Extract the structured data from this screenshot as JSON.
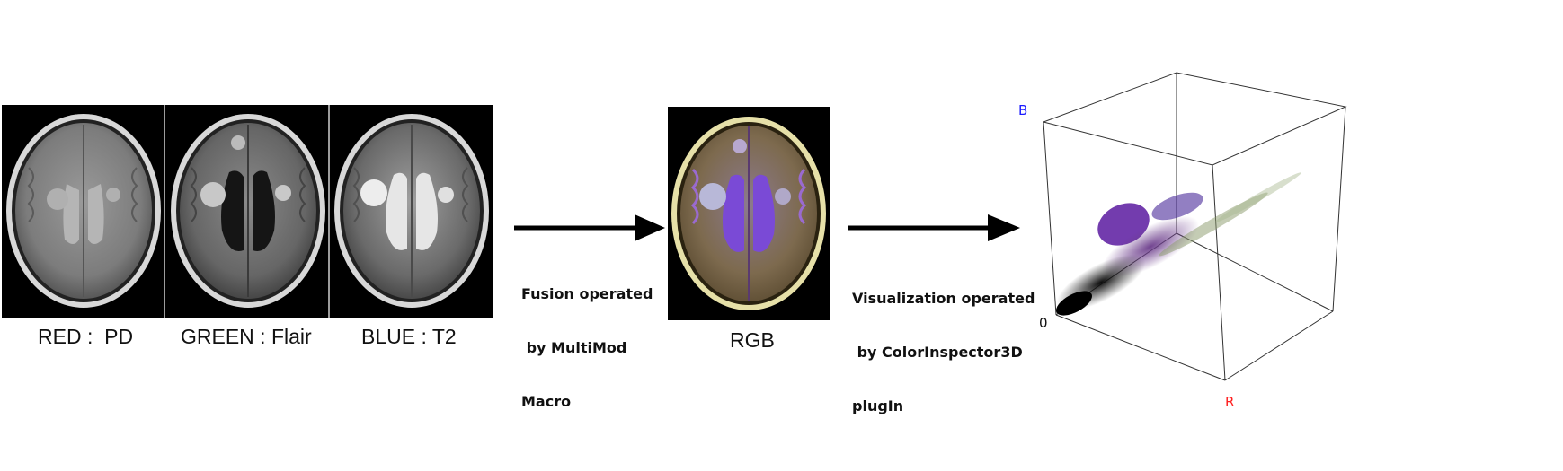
{
  "images": [
    {
      "name": "pd-scan",
      "label": "RED :  PD",
      "label_color": "#111111"
    },
    {
      "name": "flair-scan",
      "label": "GREEN : Flair",
      "label_color": "#111111"
    },
    {
      "name": "t2-scan",
      "label": "BLUE : T2",
      "label_color": "#111111"
    }
  ],
  "fusion": {
    "caption_lines": [
      "Fusion operated",
      " by MultiMod",
      "Macro"
    ]
  },
  "rgb": {
    "label": "RGB"
  },
  "visualization": {
    "caption_lines": [
      "Visualization operated",
      " by ColorInspector3D",
      "plugIn"
    ]
  },
  "cube": {
    "axis_b": "B",
    "axis_r": "R",
    "origin": "0",
    "colors": {
      "b": "#1a1aff",
      "r": "#ff2020",
      "origin": "#111111"
    }
  }
}
